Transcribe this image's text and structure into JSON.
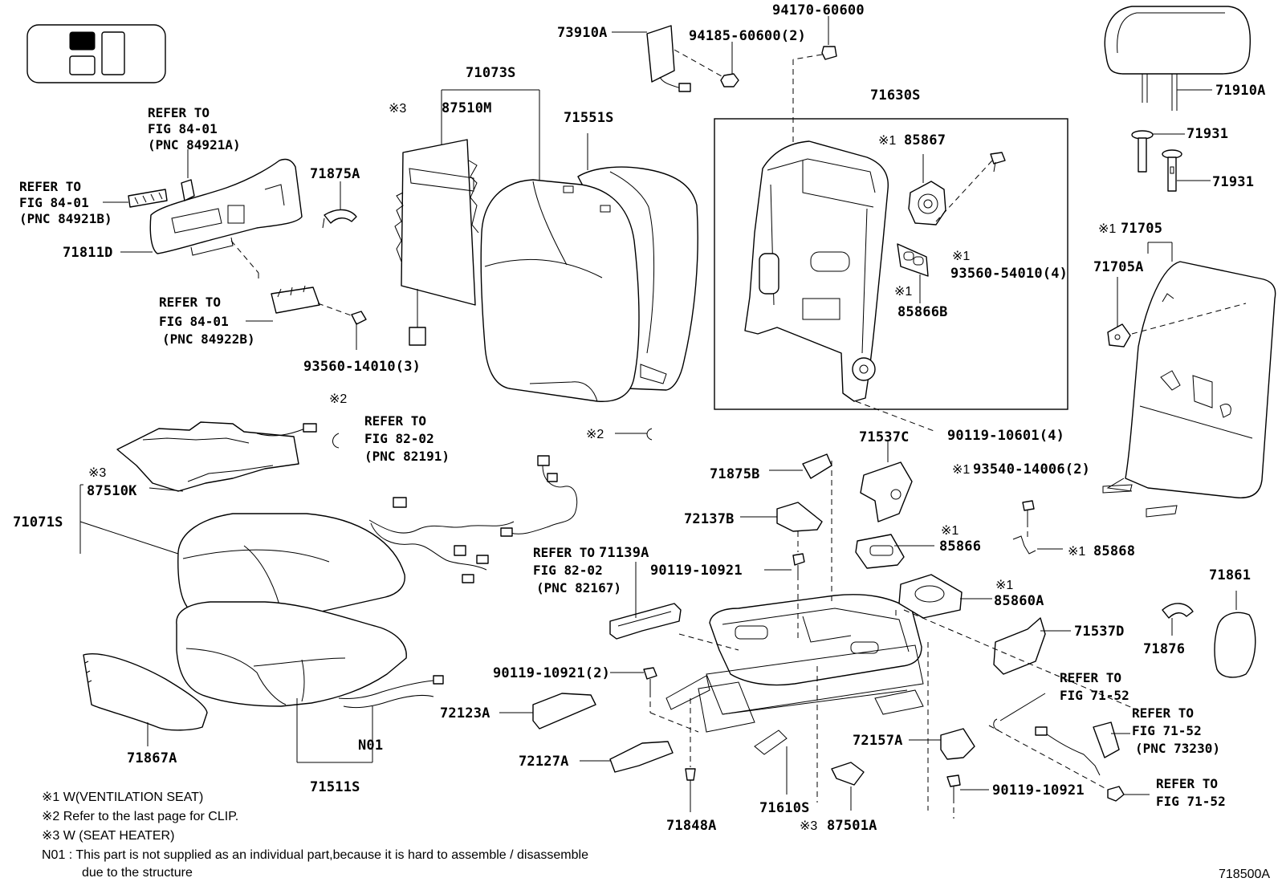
{
  "labels": {
    "p73910A": "73910A",
    "p94185": "94185-60600(2)",
    "p94170": "94170-60600",
    "p71910A": "71910A",
    "p71931a": "71931",
    "p71931b": "71931",
    "p71073S": "71073S",
    "p87510M": "87510M",
    "p71551S": "71551S",
    "p71630S": "71630S",
    "p85867": "85867",
    "p93560_54010": "93560-54010(4)",
    "p85866B": "85866B",
    "p71705": "71705",
    "p71705A": "71705A",
    "p71875A": "71875A",
    "p71811D": "71811D",
    "p93560_14010": "93560-14010(3)",
    "p87510K": "87510K",
    "p71071S": "71071S",
    "p71867A": "71867A",
    "p71511S": "71511S",
    "pN01": "N01",
    "p90119_10601": "90119-10601(4)",
    "p71537C": "71537C",
    "p71875B": "71875B",
    "p72137B": "72137B",
    "p90119_10921a": "90119-10921",
    "p71139A": "71139A",
    "p93540_14006": "93540-14006(2)",
    "p85866": "85866",
    "p85868": "85868",
    "p85860A": "85860A",
    "p71861": "71861",
    "p71876": "71876",
    "p71537D": "71537D",
    "p90119_10921_2": "90119-10921(2)",
    "p72123A": "72123A",
    "p72127A": "72127A",
    "p72157A": "72157A",
    "p90119_10921b": "90119-10921",
    "p71848A": "71848A",
    "p71610S": "71610S",
    "p87501A": "87501A",
    "diagram_id": "718500A"
  },
  "marks": {
    "m1": "※1",
    "m2": "※2",
    "m3": "※3"
  },
  "refs": {
    "r1": [
      "REFER TO",
      "FIG 84-01",
      "(PNC 84921A)"
    ],
    "r2": [
      "REFER TO",
      "FIG 84-01",
      "(PNC 84921B)"
    ],
    "r3": [
      "REFER TO",
      "FIG 84-01",
      "(PNC 84922B)"
    ],
    "r4": [
      "REFER TO",
      "FIG 82-02",
      "(PNC 82191)"
    ],
    "r5": [
      "REFER TO",
      "FIG 82-02",
      "(PNC 82167)"
    ],
    "r6": [
      "REFER TO",
      "FIG 71-52"
    ],
    "r7": [
      "REFER TO",
      "FIG 71-52",
      "(PNC 73230)"
    ],
    "r8": [
      "REFER TO",
      "FIG 71-52"
    ]
  },
  "notes": {
    "n1": "※1 W(VENTILATION SEAT)",
    "n2": "※2 Refer to the last page for CLIP.",
    "n3": "※3 W (SEAT HEATER)",
    "n4": "N01 : This part is not supplied as an individual part,because it is hard to assemble / disassemble",
    "n5": "due to the structure"
  },
  "icons": {
    "locator": "seat-position-locator-icon"
  }
}
